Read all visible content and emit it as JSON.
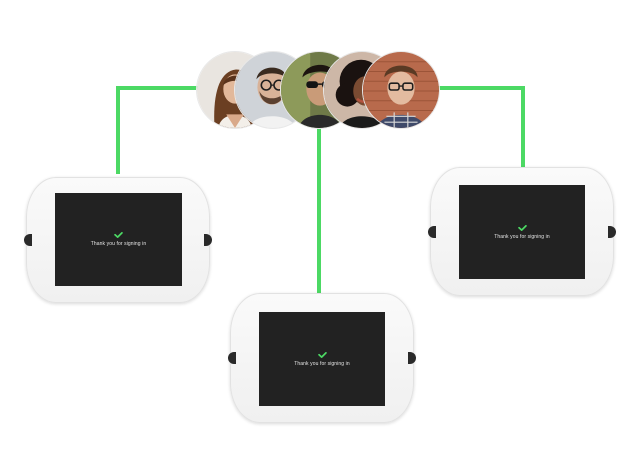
{
  "kiosks": [
    {
      "message": "Thank you for signing in"
    },
    {
      "message": "Thank you for signing in"
    },
    {
      "message": "Thank you for signing in"
    }
  ],
  "colors": {
    "connector": "#4cd964",
    "check": "#4cd964",
    "screen": "#222222"
  },
  "avatars": [
    {
      "icon": "person-photo-woman-long-hair"
    },
    {
      "icon": "person-photo-man-glasses-beard"
    },
    {
      "icon": "person-photo-person-sunglasses"
    },
    {
      "icon": "person-photo-woman-curly-hair"
    },
    {
      "icon": "person-photo-man-glasses-brick-wall"
    }
  ]
}
